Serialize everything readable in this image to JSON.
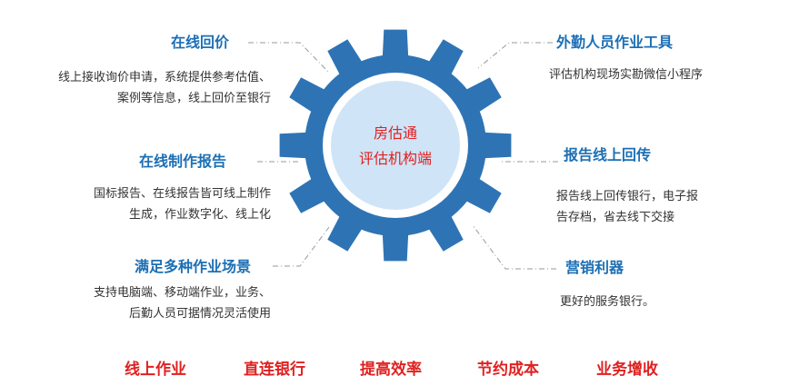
{
  "center": {
    "line1": "房估通",
    "line2": "评估机构端"
  },
  "features": [
    {
      "title": "在线回价",
      "desc": [
        "线上接收询价申请，系统提供参考估值、",
        "案例等信息，线上回价至银行"
      ]
    },
    {
      "title": "在线制作报告",
      "desc": [
        "国标报告、在线报告皆可线上制作",
        "生成，作业数字化、线上化"
      ]
    },
    {
      "title": "满足多种作业场景",
      "desc": [
        "支持电脑端、移动端作业，业务、",
        "后勤人员可据情况灵活使用"
      ]
    },
    {
      "title": "外勤人员作业工具",
      "desc": [
        "评估机构现场实勘微信小程序"
      ]
    },
    {
      "title": "报告线上回传",
      "desc": [
        "报告线上回传银行，电子报",
        "告存档，省去线下交接"
      ]
    },
    {
      "title": "营销利器",
      "desc": [
        "更好的服务银行。"
      ]
    }
  ],
  "benefits": [
    "线上作业",
    "直连银行",
    "提高效率",
    "节约成本",
    "业务增收"
  ],
  "colors": {
    "gear": "#2e74b5",
    "gear_inner_ring": "#ffffff",
    "gear_center": "#cfe4f7",
    "heading": "#1c6fb5",
    "accent_red": "#e02020",
    "connector": "#999999"
  }
}
